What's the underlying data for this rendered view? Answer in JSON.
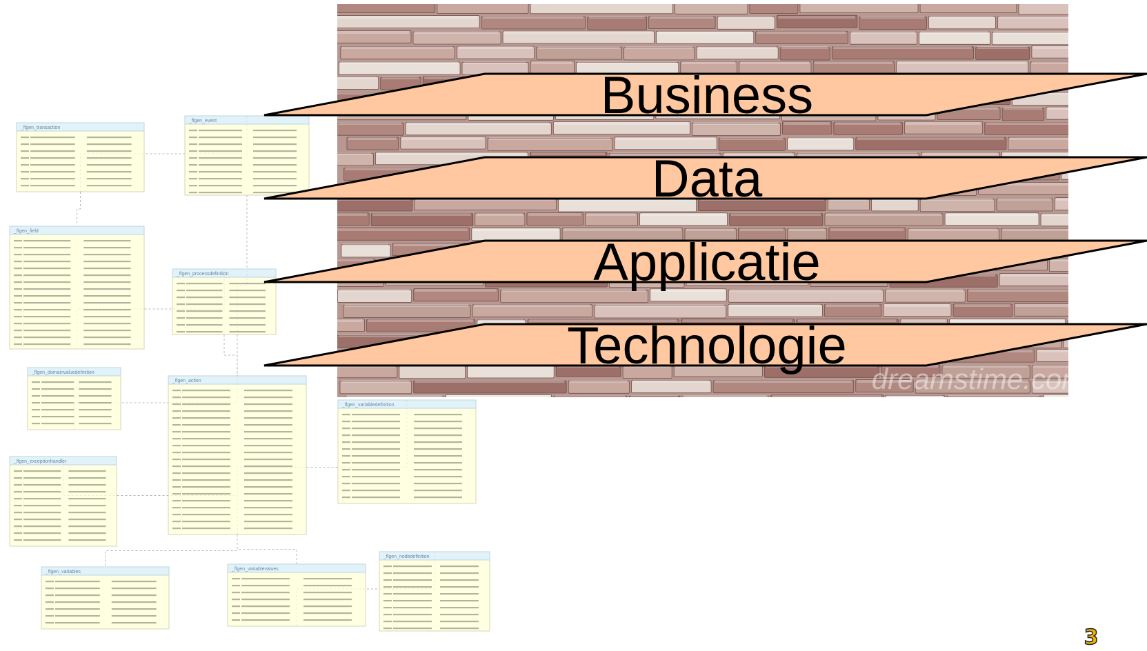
{
  "layers": [
    {
      "label": "Business"
    },
    {
      "label": "Data"
    },
    {
      "label": "Applicatie"
    },
    {
      "label": "Technologie"
    }
  ],
  "watermark": "dreamstime.com",
  "page_number": "3",
  "colors": {
    "layer_fill": "#FFC8A0",
    "layer_stroke": "#000000",
    "table_fill": "#FFFFD8",
    "table_header": "#D8F0F8",
    "wall_base": "#B89890"
  },
  "erd_tables": [
    {
      "title": "_flgen_transaction"
    },
    {
      "title": "_flgen_event"
    },
    {
      "title": "_flgen_field"
    },
    {
      "title": "_flgen_processdefinition"
    },
    {
      "title": "_flgen_domainvaluedefinition"
    },
    {
      "title": "_flgen_action"
    },
    {
      "title": "_flgen_exceptionhandler"
    },
    {
      "title": "_flgen_variabledefinition"
    },
    {
      "title": "_flgen_variables"
    },
    {
      "title": "_flgen_variablevalues"
    },
    {
      "title": "_flgen_nodedefinition"
    }
  ]
}
